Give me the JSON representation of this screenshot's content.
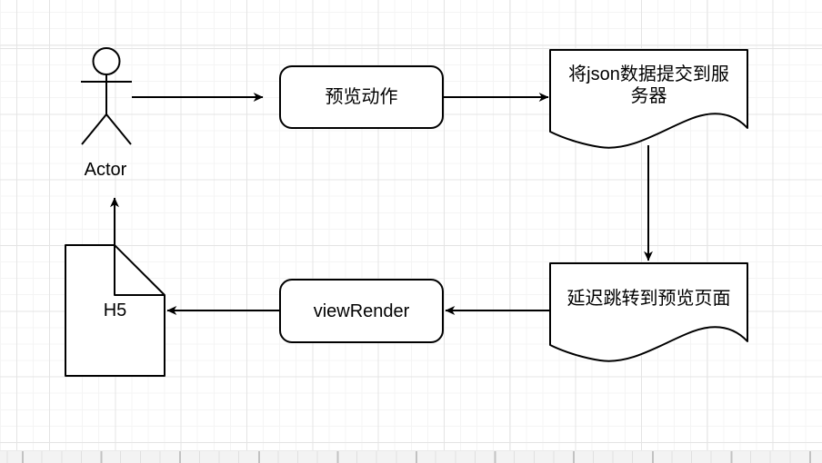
{
  "diagram": {
    "actor": {
      "label": "Actor"
    },
    "nodes": {
      "preview_action": {
        "label": "预览动作",
        "shape": "rounded-rectangle"
      },
      "submit_json": {
        "label": "将json数据提交到服务器",
        "shape": "document"
      },
      "delay_redirect": {
        "label": "延迟跳转到预览页面",
        "shape": "document"
      },
      "view_render": {
        "label": "viewRender",
        "shape": "rounded-rectangle"
      },
      "h5": {
        "label": "H5",
        "shape": "note"
      }
    },
    "edges": [
      {
        "from": "actor",
        "to": "preview_action"
      },
      {
        "from": "preview_action",
        "to": "submit_json"
      },
      {
        "from": "submit_json",
        "to": "delay_redirect"
      },
      {
        "from": "delay_redirect",
        "to": "view_render"
      },
      {
        "from": "view_render",
        "to": "h5"
      },
      {
        "from": "h5",
        "to": "actor"
      }
    ],
    "colors": {
      "shape_stroke": "#000000",
      "shape_fill": "#ffffff",
      "text": "#000000",
      "arrow": "#000000",
      "grid_minor": "#f4f4f4",
      "grid_major": "#e4e4e4",
      "page_background": "#ffffff",
      "ruler_background": "#f3f3f3",
      "ruler_tick": "#c2c2c2"
    }
  }
}
